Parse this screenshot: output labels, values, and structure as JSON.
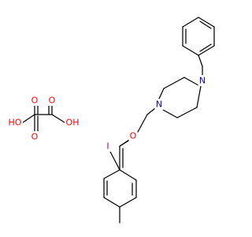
{
  "colors": {
    "bond": "#000000",
    "nitrogen": "#0000ff",
    "oxygen": "#ff0000",
    "iodine": "#940094",
    "background": "#ffffff"
  },
  "atom_labels": {
    "n_benzyl": "N",
    "n_ethyl": "N",
    "o_ether": "O",
    "iodine": "I",
    "ox_o_top_left": "O",
    "ox_o_top_right": "O",
    "ox_ho_left": "HO",
    "ox_oh_right": "OH",
    "ox_o_bottom": "O"
  }
}
